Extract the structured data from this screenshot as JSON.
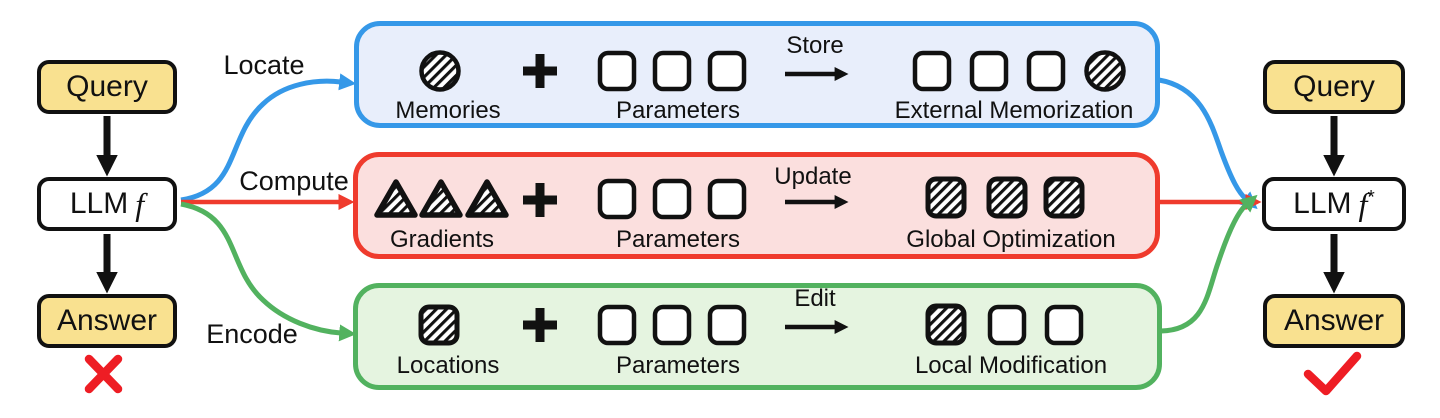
{
  "colors": {
    "node_fill_yellow": "#F9E190",
    "node_border": "#111111",
    "memory_accent": "#3598E8",
    "memory_fill": "#E8EEFB",
    "optimization_accent": "#EF3B2D",
    "optimization_fill": "#FBDFDE",
    "modification_accent": "#52B25F",
    "modification_fill": "#E5F4E0",
    "mark_color": "#EE1D24"
  },
  "left_flow": {
    "query_label": "Query",
    "llm_label": "LLM",
    "llm_symbol": "f",
    "answer_label": "Answer",
    "result_icon": "red-cross"
  },
  "right_flow": {
    "query_label": "Query",
    "llm_label": "LLM",
    "llm_symbol": "f",
    "llm_superscript": "*",
    "answer_label": "Answer",
    "result_icon": "red-check"
  },
  "panels": [
    {
      "edge_label": "Locate",
      "input_icon": "hatched-circle",
      "input_label": "Memories",
      "operator": "+",
      "parameters_icon": "outline-square-x3",
      "parameters_label": "Parameters",
      "action_label": "Store",
      "output_icons": "outline-square-x3 + hatched-circle",
      "output_label": "External Memorization"
    },
    {
      "edge_label": "Compute",
      "input_icon": "hatched-triangle-x3",
      "input_label": "Gradients",
      "operator": "+",
      "parameters_icon": "outline-square-x3",
      "parameters_label": "Parameters",
      "action_label": "Update",
      "output_icons": "hatched-square-x3",
      "output_label": "Global Optimization"
    },
    {
      "edge_label": "Encode",
      "input_icon": "hatched-square",
      "input_label": "Locations",
      "operator": "+",
      "parameters_icon": "outline-square-x3",
      "parameters_label": "Parameters",
      "action_label": "Edit",
      "output_icons": "hatched-square + outline-square-x2",
      "output_label": "Local Modification"
    }
  ]
}
